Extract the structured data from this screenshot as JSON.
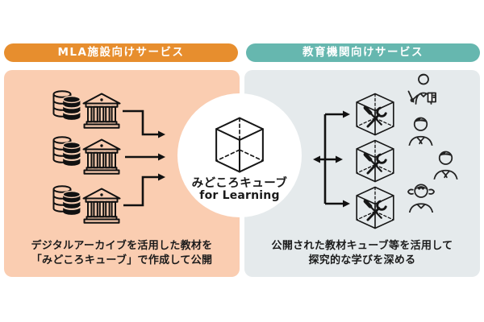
{
  "left_section": {
    "header_label": "MLA施設向けサービス",
    "accent_color": "#E78E2E",
    "panel_color": "#FACDB1",
    "source_rows": 3,
    "source_icons": [
      "database-icon",
      "museum-icon"
    ],
    "caption_lines": [
      "デジタルアーカイブを活用した教材を",
      "「みどころキューブ」で作成して公開"
    ]
  },
  "center_hub": {
    "icon": "cube-icon",
    "label_line1": "みどころキューブ",
    "label_line2": "for Learning"
  },
  "right_section": {
    "header_label": "教育機関向けサービス",
    "accent_color": "#66B7AF",
    "panel_color": "#E5EAEC",
    "material_cube_count": 3,
    "material_cube_icon": "cube-tools-icon",
    "people_icons": [
      "teacher-icon",
      "student-boy-icon",
      "student-boy-icon",
      "student-girl-icon"
    ],
    "caption_lines": [
      "公開された教材キューブ等を活用して",
      "探究的な学びを深める"
    ]
  }
}
